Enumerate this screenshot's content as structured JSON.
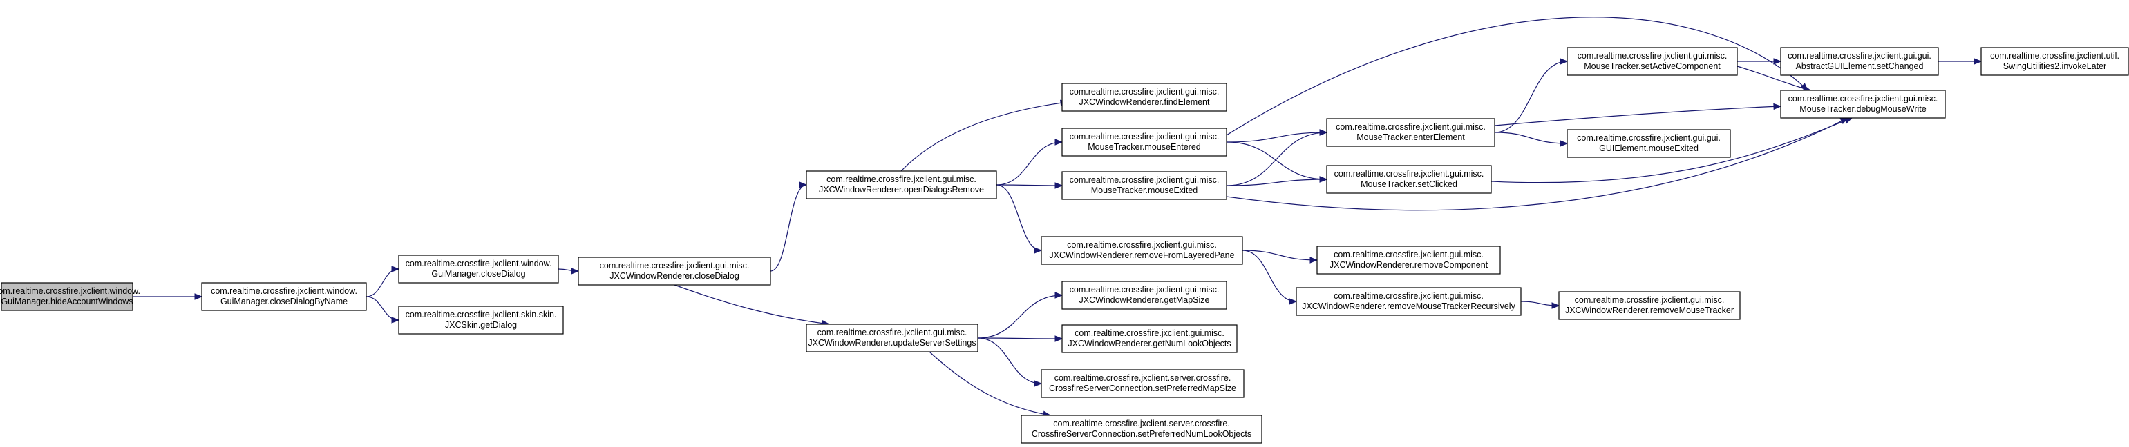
{
  "nodes": [
    {
      "id": "n0",
      "lines": [
        "com.realtime.crossfire.jxclient.window.",
        "GuiManager.hideAccountWindows"
      ],
      "root": true
    },
    {
      "id": "n1",
      "lines": [
        "com.realtime.crossfire.jxclient.window.",
        "GuiManager.closeDialogByName"
      ]
    },
    {
      "id": "n2",
      "lines": [
        "com.realtime.crossfire.jxclient.window.",
        "GuiManager.closeDialog"
      ]
    },
    {
      "id": "n3",
      "lines": [
        "com.realtime.crossfire.jxclient.skin.skin.",
        "JXCSkin.getDialog"
      ]
    },
    {
      "id": "n4",
      "lines": [
        "com.realtime.crossfire.jxclient.gui.misc.",
        "JXCWindowRenderer.closeDialog"
      ]
    },
    {
      "id": "n5",
      "lines": [
        "com.realtime.crossfire.jxclient.gui.misc.",
        "JXCWindowRenderer.openDialogsRemove"
      ]
    },
    {
      "id": "n6",
      "lines": [
        "com.realtime.crossfire.jxclient.gui.misc.",
        "JXCWindowRenderer.updateServerSettings"
      ]
    },
    {
      "id": "n7",
      "lines": [
        "com.realtime.crossfire.jxclient.gui.misc.",
        "JXCWindowRenderer.findElement"
      ]
    },
    {
      "id": "n8",
      "lines": [
        "com.realtime.crossfire.jxclient.gui.misc.",
        "MouseTracker.mouseEntered"
      ]
    },
    {
      "id": "n9",
      "lines": [
        "com.realtime.crossfire.jxclient.gui.misc.",
        "MouseTracker.mouseExited"
      ]
    },
    {
      "id": "n10",
      "lines": [
        "com.realtime.crossfire.jxclient.gui.misc.",
        "JXCWindowRenderer.removeFromLayeredPane"
      ]
    },
    {
      "id": "n11",
      "lines": [
        "com.realtime.crossfire.jxclient.gui.misc.",
        "JXCWindowRenderer.getMapSize"
      ]
    },
    {
      "id": "n12",
      "lines": [
        "com.realtime.crossfire.jxclient.gui.misc.",
        "JXCWindowRenderer.getNumLookObjects"
      ]
    },
    {
      "id": "n13",
      "lines": [
        "com.realtime.crossfire.jxclient.server.crossfire.",
        "CrossfireServerConnection.setPreferredMapSize"
      ]
    },
    {
      "id": "n14",
      "lines": [
        "com.realtime.crossfire.jxclient.server.crossfire.",
        "CrossfireServerConnection.setPreferredNumLookObjects"
      ]
    },
    {
      "id": "n15",
      "lines": [
        "com.realtime.crossfire.jxclient.gui.misc.",
        "MouseTracker.setActiveComponent"
      ]
    },
    {
      "id": "n16",
      "lines": [
        "com.realtime.crossfire.jxclient.gui.misc.",
        "MouseTracker.enterElement"
      ]
    },
    {
      "id": "n17",
      "lines": [
        "com.realtime.crossfire.jxclient.gui.misc.",
        "MouseTracker.setClicked"
      ]
    },
    {
      "id": "n18",
      "lines": [
        "com.realtime.crossfire.jxclient.gui.misc.",
        "JXCWindowRenderer.removeComponent"
      ]
    },
    {
      "id": "n19",
      "lines": [
        "com.realtime.crossfire.jxclient.gui.misc.",
        "JXCWindowRenderer.removeMouseTrackerRecursively"
      ]
    },
    {
      "id": "n20",
      "lines": [
        "com.realtime.crossfire.jxclient.gui.gui.",
        "GUIElement.mouseExited"
      ]
    },
    {
      "id": "n21",
      "lines": [
        "com.realtime.crossfire.jxclient.gui.misc.",
        "JXCWindowRenderer.removeMouseTracker"
      ]
    },
    {
      "id": "n22",
      "lines": [
        "com.realtime.crossfire.jxclient.gui.gui.",
        "AbstractGUIElement.setChanged"
      ]
    },
    {
      "id": "n23",
      "lines": [
        "com.realtime.crossfire.jxclient.gui.misc.",
        "MouseTracker.debugMouseWrite"
      ]
    },
    {
      "id": "n24",
      "lines": [
        "com.realtime.crossfire.jxclient.util.",
        "SwingUtilities2.invokeLater"
      ]
    }
  ],
  "edges": [
    [
      "n0",
      "n1"
    ],
    [
      "n1",
      "n2"
    ],
    [
      "n1",
      "n3"
    ],
    [
      "n2",
      "n4"
    ],
    [
      "n4",
      "n5"
    ],
    [
      "n4",
      "n6"
    ],
    [
      "n5",
      "n7"
    ],
    [
      "n5",
      "n8"
    ],
    [
      "n5",
      "n9"
    ],
    [
      "n5",
      "n10"
    ],
    [
      "n6",
      "n11"
    ],
    [
      "n6",
      "n12"
    ],
    [
      "n6",
      "n13"
    ],
    [
      "n6",
      "n14"
    ],
    [
      "n8",
      "n16"
    ],
    [
      "n8",
      "n17"
    ],
    [
      "n8",
      "n23"
    ],
    [
      "n9",
      "n16"
    ],
    [
      "n9",
      "n17"
    ],
    [
      "n9",
      "n23"
    ],
    [
      "n10",
      "n18"
    ],
    [
      "n10",
      "n19"
    ],
    [
      "n16",
      "n15"
    ],
    [
      "n16",
      "n20"
    ],
    [
      "n16",
      "n23"
    ],
    [
      "n17",
      "n23"
    ],
    [
      "n19",
      "n21"
    ],
    [
      "n15",
      "n22"
    ],
    [
      "n15",
      "n23"
    ],
    [
      "n22",
      "n24"
    ]
  ]
}
